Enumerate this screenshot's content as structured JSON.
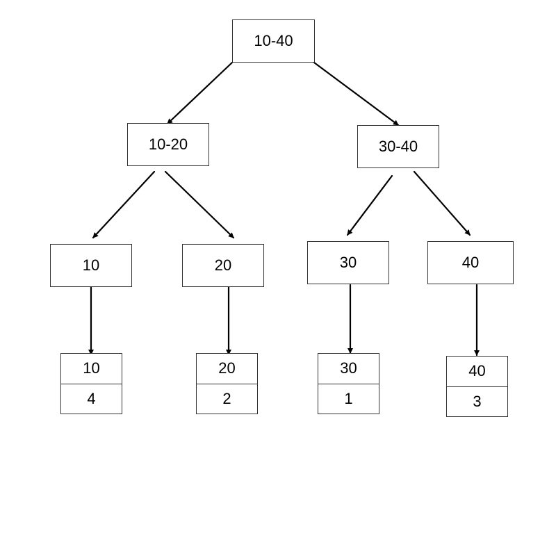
{
  "tree": {
    "root": {
      "label": "10-40"
    },
    "left": {
      "label": "10-20"
    },
    "right": {
      "label": "30-40"
    },
    "internal": [
      {
        "label": "10"
      },
      {
        "label": "20"
      },
      {
        "label": "30"
      },
      {
        "label": "40"
      }
    ],
    "leaves": [
      {
        "key": "10",
        "value": "4"
      },
      {
        "key": "20",
        "value": "2"
      },
      {
        "key": "30",
        "value": "1"
      },
      {
        "key": "40",
        "value": "3"
      }
    ]
  },
  "colors": {
    "line": "#000000",
    "border": "#333333",
    "background": "#ffffff"
  }
}
